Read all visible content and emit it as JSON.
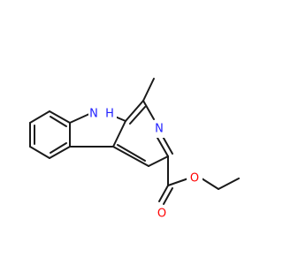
{
  "molecule": {
    "atoms": {
      "nh": {
        "label": "N",
        "h_label": "H",
        "color": "#2020ff"
      },
      "n_ring": {
        "label": "N",
        "color": "#2020ff"
      },
      "o_carbonyl": {
        "label": "O",
        "color": "#ff0000"
      },
      "o_ester": {
        "label": "O",
        "color": "#ff0000"
      }
    },
    "bond_color": "#1a1a1a"
  }
}
